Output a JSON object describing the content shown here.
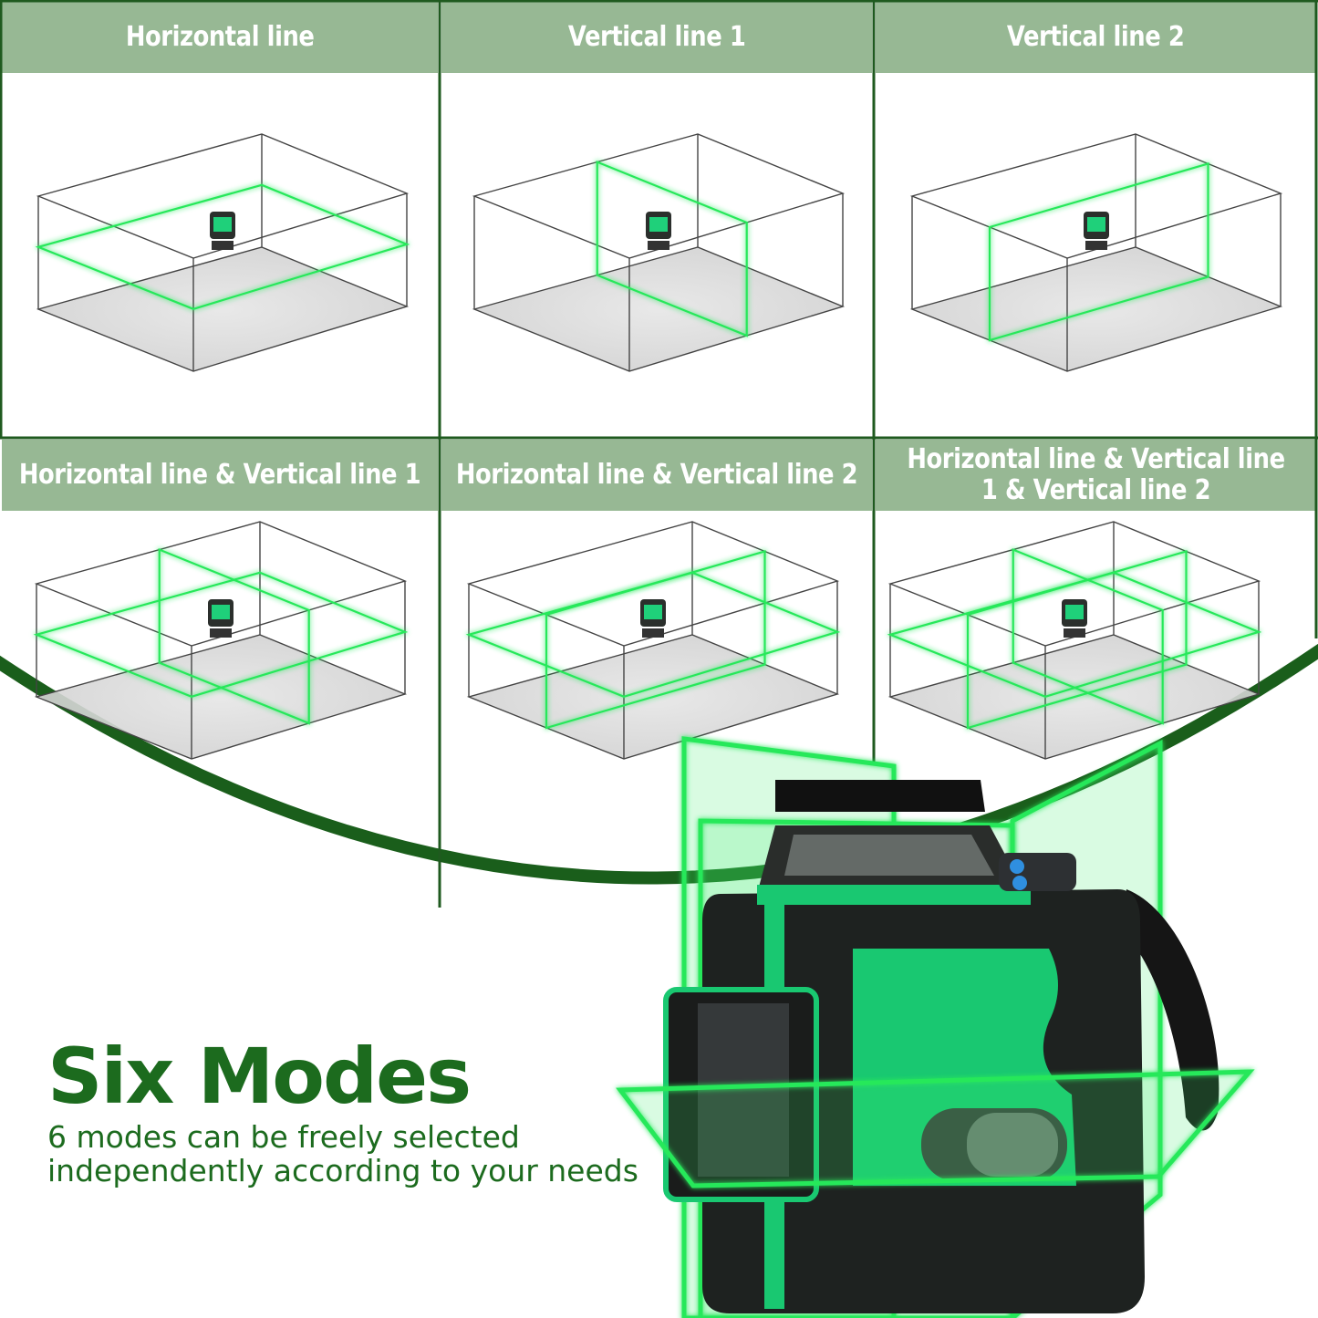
{
  "colors": {
    "header_band": "#97b894",
    "grid_line": "#1f5a1f",
    "arc": "#1a5e1b",
    "laser": "#27e85a",
    "headline": "#1c6b1e",
    "device_body": "#1e2220",
    "device_accent": "#19c871"
  },
  "modes": [
    {
      "label": "Horizontal line",
      "lines": [
        "h"
      ]
    },
    {
      "label": "Vertical line 1",
      "lines": [
        "v1"
      ]
    },
    {
      "label": "Vertical line 2",
      "lines": [
        "v2"
      ]
    },
    {
      "label": "Horizontal line & Vertical line 1",
      "lines": [
        "h",
        "v1"
      ]
    },
    {
      "label": "Horizontal line & Vertical line 2",
      "lines": [
        "h",
        "v2"
      ]
    },
    {
      "label": "Horizontal line & Vertical line 1 & Vertical line 2",
      "lines": [
        "h",
        "v1",
        "v2"
      ]
    }
  ],
  "headline": "Six Modes",
  "subtext": "6 modes can be freely selected independently according to your needs",
  "device": {
    "icon": "laser-level-icon",
    "strap_icon": "wrist-strap-icon"
  }
}
